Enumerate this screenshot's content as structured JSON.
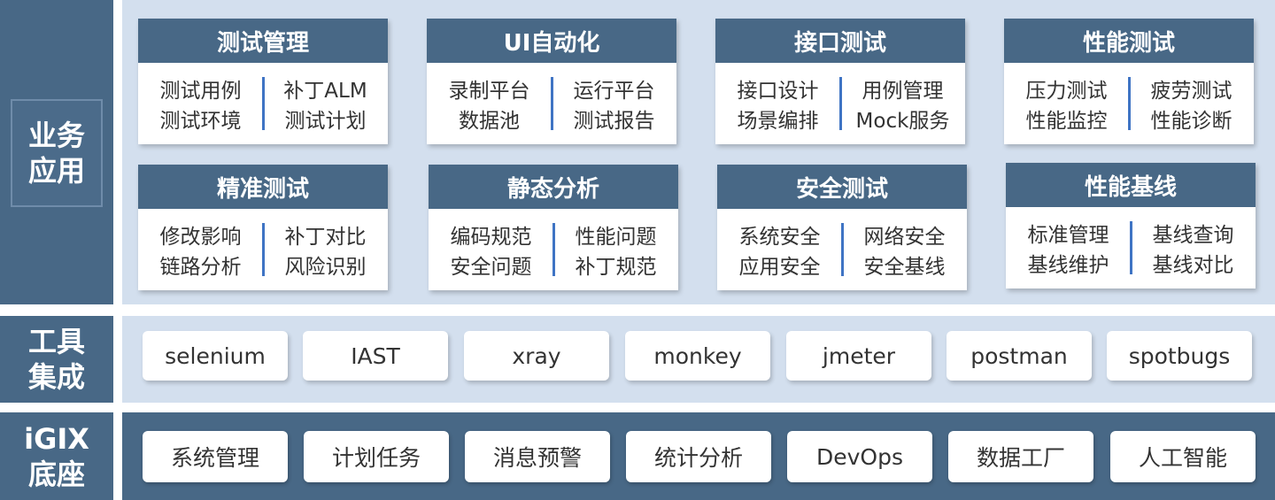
{
  "layers": {
    "business": "业务\n应用",
    "tools": "工具\n集成",
    "base": "iGIX\n底座"
  },
  "modules": [
    {
      "title": "测试管理",
      "items": [
        "测试用例",
        "补丁ALM",
        "测试环境",
        "测试计划"
      ]
    },
    {
      "title": "UI自动化",
      "items": [
        "录制平台",
        "运行平台",
        "数据池",
        "测试报告"
      ]
    },
    {
      "title": "接口测试",
      "items": [
        "接口设计",
        "用例管理",
        "场景编排",
        "Mock服务"
      ]
    },
    {
      "title": "性能测试",
      "items": [
        "压力测试",
        "疲劳测试",
        "性能监控",
        "性能诊断"
      ]
    },
    {
      "title": "精准测试",
      "items": [
        "修改影响",
        "补丁对比",
        "链路分析",
        "风险识别"
      ]
    },
    {
      "title": "静态分析",
      "items": [
        "编码规范",
        "性能问题",
        "安全问题",
        "补丁规范"
      ]
    },
    {
      "title": "安全测试",
      "items": [
        "系统安全",
        "网络安全",
        "应用安全",
        "安全基线"
      ]
    },
    {
      "title": "性能基线",
      "items": [
        "标准管理",
        "基线查询",
        "基线维护",
        "基线对比"
      ]
    }
  ],
  "tools": [
    "selenium",
    "IAST",
    "xray",
    "monkey",
    "jmeter",
    "postman",
    "spotbugs"
  ],
  "base": [
    "系统管理",
    "计划任务",
    "消息预警",
    "统计分析",
    "DevOps",
    "数据工厂",
    "人工智能"
  ]
}
